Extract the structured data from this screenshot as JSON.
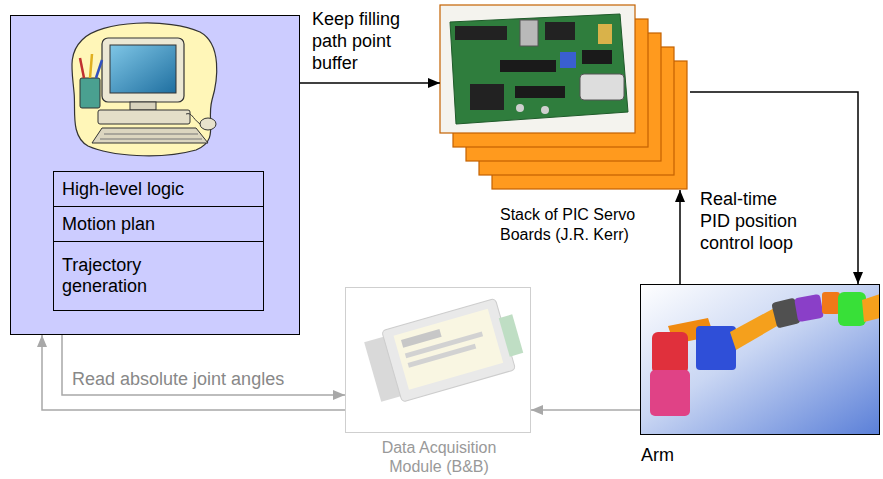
{
  "diagram": {
    "nodes": [
      {
        "text": []
      },
      {
        "text": [
          "High-level logic"
        ],
        "in": 0
      },
      {
        "text": [
          "Motion plan"
        ],
        "in": 0
      },
      {
        "text": [
          "Trajectory generation"
        ],
        "in": 0
      },
      {
        "text": [
          "Stack of PIC Servo Boards (J.R. Kerr)"
        ]
      },
      {
        "text": [
          "Arm"
        ]
      },
      {
        "text": [
          "Data Acquisition Module (B&B)"
        ]
      }
    ],
    "edges": [
      {
        "from": 0,
        "to": 4,
        "label": "Keep filling path point buffer",
        "arrow": "to"
      },
      {
        "from": 4,
        "to": 5,
        "label": "Real-time PID position control loop",
        "arrow": "to"
      },
      {
        "from": 5,
        "to": 4,
        "arrow": "to"
      },
      {
        "from": 5,
        "to": 6,
        "arrow": "to"
      },
      {
        "from": 0,
        "to": 6,
        "label": "Read absolute joint angles",
        "arrow": "to"
      },
      {
        "from": 6,
        "to": 0,
        "arrow": "to"
      }
    ]
  }
}
